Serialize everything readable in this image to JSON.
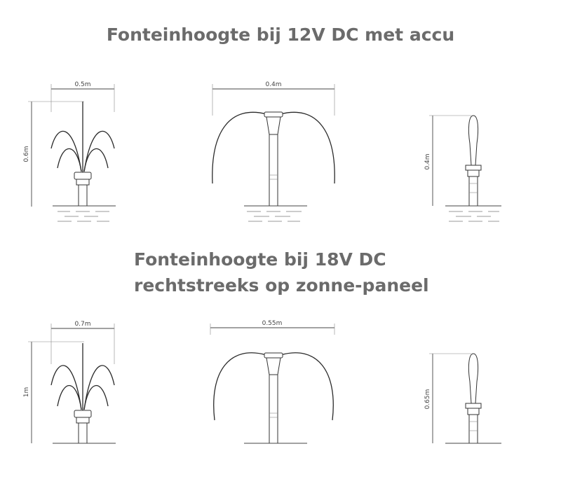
{
  "titles": {
    "top": "Fonteinhoogte bij 12V DC met accu",
    "bottom_line1": "Fonteinhoogte bij 18V DC",
    "bottom_line2": "rechtstreeks op zonne-paneel"
  },
  "dimensions": {
    "top": {
      "left_width": "0.5m",
      "left_height": "0.6m",
      "middle_width": "0.4m",
      "right_height": "0.4m"
    },
    "bottom": {
      "left_width": "0.7m",
      "left_height": "1m",
      "middle_width": "0.55m",
      "right_height": "0.65m"
    }
  },
  "colors": {
    "title": "#6b6b6b",
    "line": "#444444",
    "water": "#999999"
  },
  "icons": [
    "fountain-multi-jet-icon",
    "fountain-dome-icon",
    "fountain-single-jet-icon"
  ]
}
